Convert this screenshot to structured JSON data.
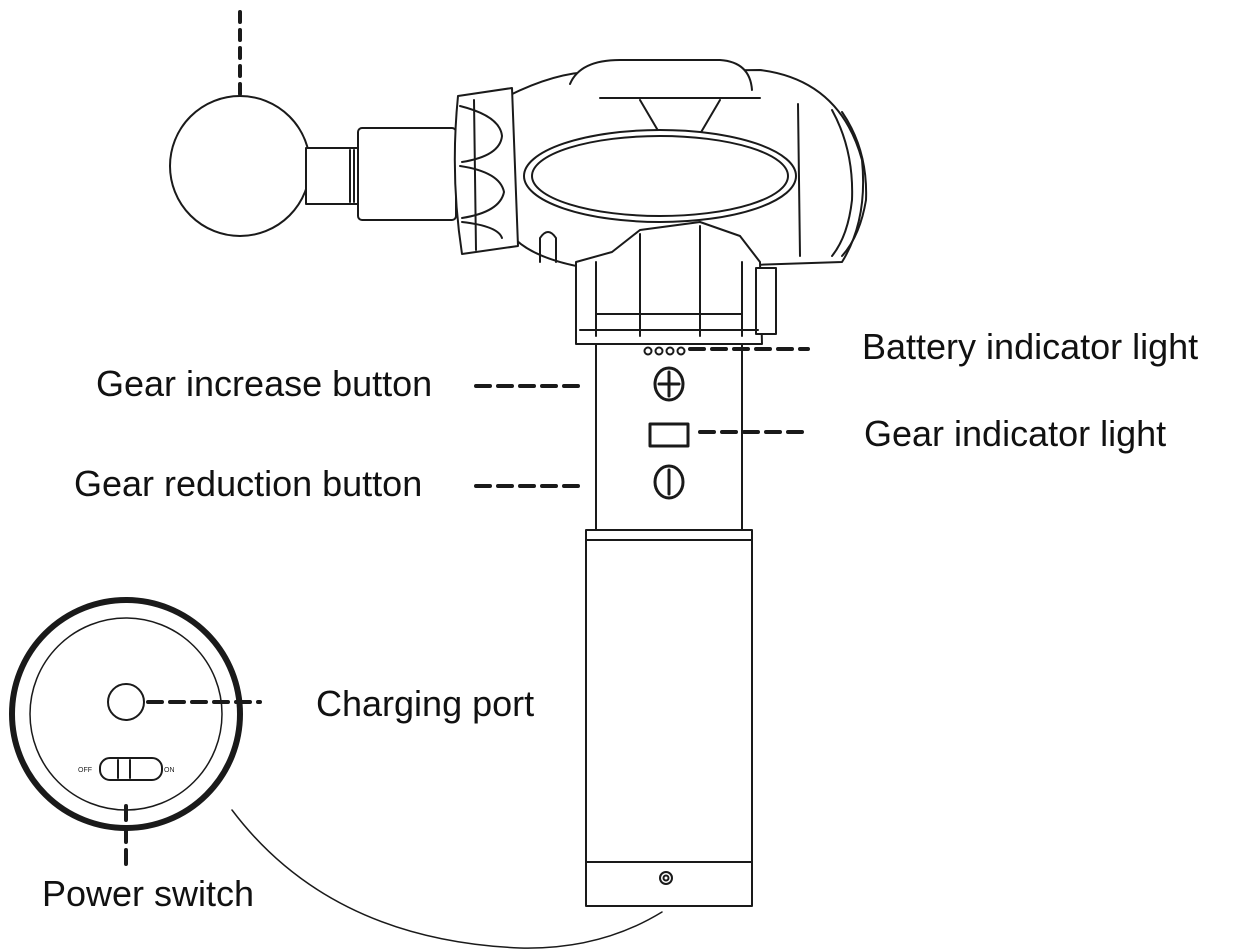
{
  "diagram": {
    "callouts": {
      "battery_indicator": "Battery indicator light",
      "gear_increase": "Gear increase button",
      "gear_indicator": "Gear indicator light",
      "gear_reduction": "Gear reduction button",
      "charging_port": "Charging port",
      "power_switch": "Power switch"
    },
    "switch_labels": {
      "off": "OFF",
      "on": "ON"
    }
  }
}
